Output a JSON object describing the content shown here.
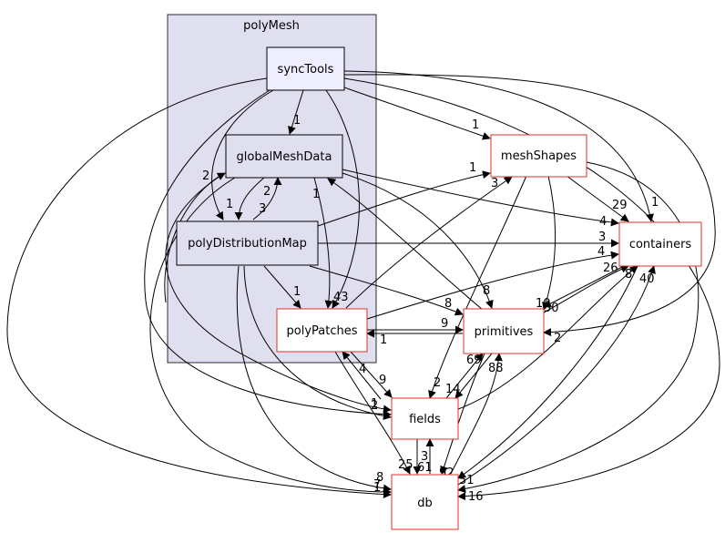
{
  "cluster": {
    "title": "polyMesh",
    "fill": "#dfdff0"
  },
  "nodes": {
    "syncTools": "syncTools",
    "globalMeshData": "globalMeshData",
    "polyDistributionMap": "polyDistributionMap",
    "polyPatches": "polyPatches",
    "meshShapes": "meshShapes",
    "containers": "containers",
    "primitives": "primitives",
    "fields": "fields",
    "db": "db"
  },
  "colors": {
    "inner_node_fill": "#dfdff0",
    "highlight_node_fill": "#eeeeff",
    "external_node_stroke": "#e0302a",
    "inner_node_stroke": "#000000"
  },
  "edge_labels": {
    "st_gmd": "1",
    "st_ms": "1",
    "st_cont": "1",
    "st_prim": "2",
    "st_db": "16",
    "gmd_pdm": "1",
    "gmd_pdm2": "2",
    "pdm_gmd": "3",
    "gmd_pp": "1",
    "gmd_db_a": "2",
    "pdm_pp": "1",
    "pdm_cont": "3",
    "pdm_prim": "8",
    "pdm_ms": "1",
    "pp_prim": "9",
    "prim_pp": "1",
    "pp_ms": "3",
    "pp_fields": "9",
    "fields_pp": "4",
    "pp_gmd": "43",
    "prim_gmd": "8",
    "gmd_cont": "4",
    "pp_cont": "4",
    "ms_cont": "29",
    "cont_prim": "10",
    "prim_cont": "50",
    "ms_fields": "2",
    "fields_prim": "69",
    "prim_fields": "14",
    "fields_cont": "8",
    "fields_db": "61",
    "db_fields": "3",
    "prim_db": "92",
    "db_prim": "88",
    "cont_db": "51",
    "db_cont": "40",
    "gmd_fields": "1",
    "st_fields": "2",
    "pp_db": "25",
    "pdm_db": "8",
    "gmd_db": "7",
    "st_db_left": "1",
    "cont_prim2": "26",
    "pp_prim_side": "8",
    "st_gmd_left": "2"
  }
}
